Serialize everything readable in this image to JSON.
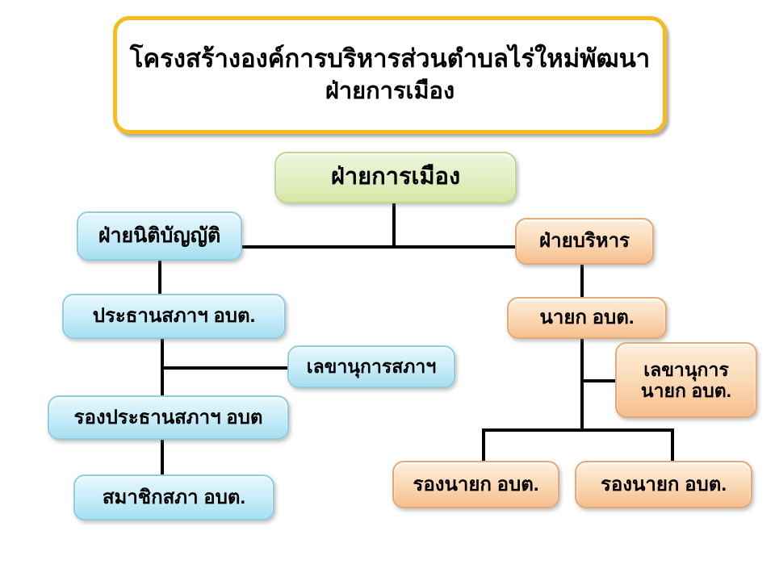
{
  "title": {
    "line1": "โครงสร้างองค์การบริหารส่วนตำบลไร่ใหม่พัฒนา",
    "line2": "ฝ่ายการเมือง"
  },
  "nodes": {
    "political_division": "ฝ่ายการเมือง",
    "legislative_division": "ฝ่ายนิติบัญญัติ",
    "executive_division": "ฝ่ายบริหาร",
    "council_chairman": "ประธานสภาฯ อบต.",
    "council_secretary": "เลขานุการสภาฯ",
    "council_vice_chairman": "รองประธานสภาฯ อบต",
    "council_member": "สมาชิกสภา อบต.",
    "mayor": "นายก อบต.",
    "mayor_secretary": {
      "line1": "เลขานุการ",
      "line2": "นายก อบต."
    },
    "deputy_mayor_left": "รองนายก อบต.",
    "deputy_mayor_right": "รองนายก อบต."
  },
  "colors": {
    "title_border": "#f7bc1c",
    "green_fill_top": "#eef5dc",
    "green_fill_bottom": "#d5e7a4",
    "blue_fill_top": "#e6f7fc",
    "blue_fill_bottom": "#a6dff2",
    "orange_fill_top": "#fdeedc",
    "orange_fill_bottom": "#f6be8d",
    "connector": "#000000",
    "text": "#000000",
    "background": "#ffffff"
  }
}
